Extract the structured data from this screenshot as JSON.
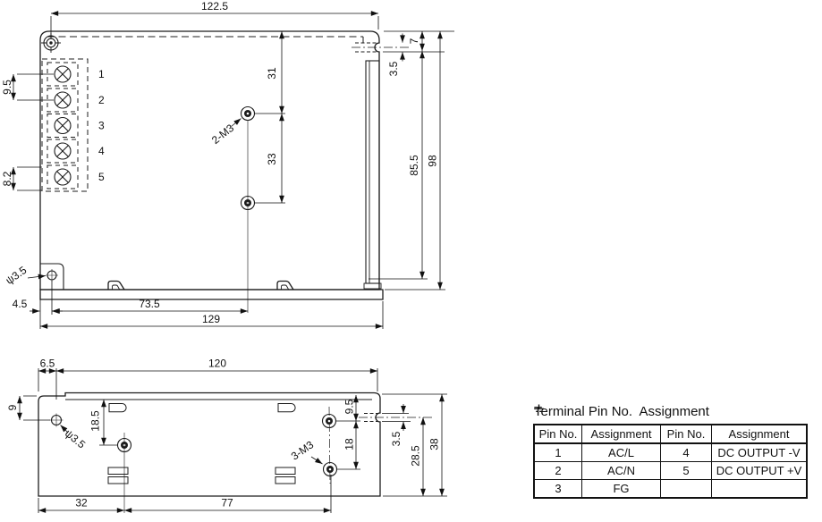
{
  "top_view": {
    "pins": [
      "1",
      "2",
      "3",
      "4",
      "5"
    ],
    "dims": {
      "top_width": "122.5",
      "pin_pitch": "9.5",
      "pin_bottom": "8.2",
      "hole_from_top": "31",
      "hole_spacing": "33",
      "screw_label": "2-M3",
      "notch_width": "3.5",
      "notch_from_top": "7",
      "side_height": "85.5",
      "total_height": "98",
      "hole_label": "ψ3.5",
      "foot_offset": "4.5",
      "foot_to_screw": "73.5",
      "total_width": "129"
    }
  },
  "bottom_view": {
    "dims": {
      "edge_offset": "6.5",
      "top_width": "120",
      "hole_from_top": "9",
      "slot_from_top": "18.5",
      "hole_label": "ψ3.5",
      "screw_from_top": "9.5",
      "screw_spacing": "18",
      "screw_label": "3-M3",
      "notch_width": "3.5",
      "notch_to_bottom": "28.5",
      "total_height": "38",
      "screw_x": "32",
      "screw_span": "77"
    }
  },
  "table": {
    "title": "Terminal Pin No.  Assignment",
    "headers": [
      "Pin No.",
      "Assignment",
      "Pin No.",
      "Assignment"
    ],
    "rows": [
      {
        "pin": "1",
        "assignment": "AC/L",
        "pin2": "4",
        "assignment2": "DC OUTPUT -V"
      },
      {
        "pin": "2",
        "assignment": "AC/N",
        "pin2": "5",
        "assignment2": "DC OUTPUT +V"
      },
      {
        "pin": "3",
        "assignment": "FG",
        "pin2": "",
        "assignment2": ""
      }
    ]
  }
}
